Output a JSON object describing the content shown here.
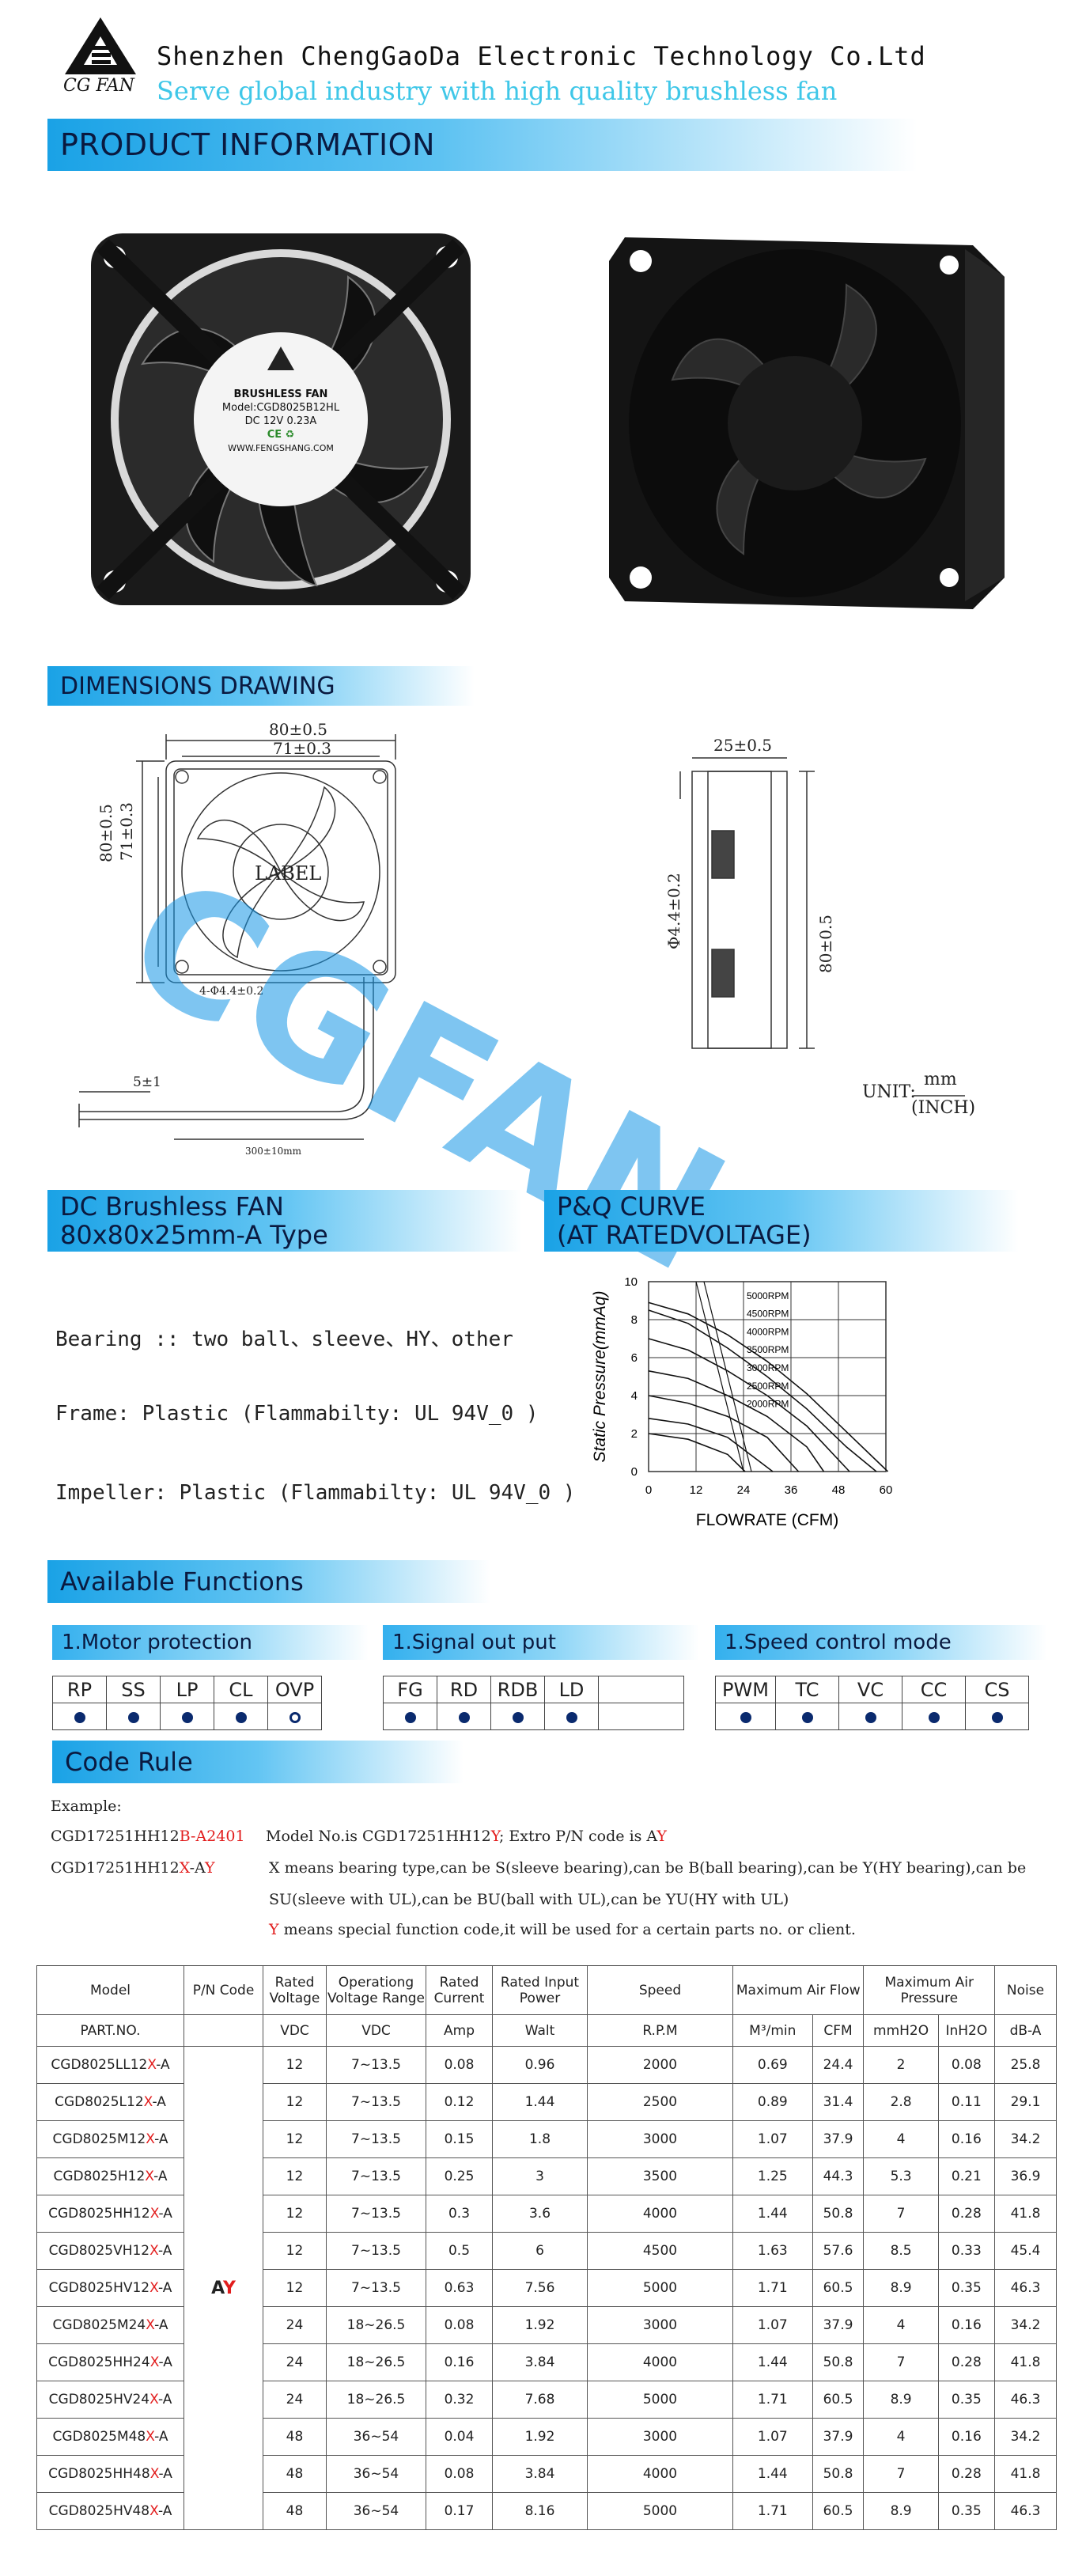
{
  "header": {
    "logo_text": "CG FAN",
    "company": "Shenzhen ChengGaoDa  Electronic Technology Co.Ltd",
    "slogan": "Serve global industry with high quality brushless fan"
  },
  "sections": {
    "product_info": "PRODUCT INFORMATION",
    "dimensions": "DIMENSIONS DRAWING",
    "fan_title_1": "DC Brushless FAN",
    "fan_title_2": "80x80x25mm-A Type",
    "pq_title_1": "P&Q CURVE",
    "pq_title_2": "(AT RATEDVOLTAGE)",
    "functions": "Available Functions",
    "code_rule": "Code Rule"
  },
  "fan_label": {
    "l1": "BRUSHLESS FAN",
    "l2": "Model:CGD8025B12HL",
    "l3": "DC 12V   0.23A",
    "l4": "WWW.FENGSHANG.COM"
  },
  "drawing": {
    "w1": "80±0.5",
    "w2": "71±0.3",
    "h1": "80±0.5",
    "h2": "71±0.3",
    "label": "LABEL",
    "holes": "4-Φ4.4±0.2",
    "wire1": "5±1",
    "wire2": "300±10mm",
    "depth": "25±0.5",
    "hole_d": "Φ4.4±0.2",
    "side_h": "80±0.5",
    "watermark": "CGFAN",
    "unit_label": "UNIT:",
    "unit_top": "mm",
    "unit_bottom": "(INCH)"
  },
  "specs": {
    "bearing": "Bearing :: two  ball、sleeve、HY、other",
    "frame": "Frame: Plastic (Flammabilty: UL 94V_0 )",
    "impeller": "Impeller: Plastic  (Flammabilty: UL 94V_0 )"
  },
  "chart_data": {
    "type": "line",
    "ylabel": "Static Pressure(mmAq)",
    "xlabel": "FLOWRATE (CFM)",
    "xlim": [
      0,
      60
    ],
    "ylim": [
      0,
      10
    ],
    "xticks": [
      "0",
      "12",
      "24",
      "36",
      "48",
      "60"
    ],
    "yticks": [
      "0",
      "2",
      "4",
      "6",
      "8",
      "10"
    ],
    "series": [
      {
        "name": "5000RPM",
        "x": [
          0,
          10,
          20,
          30,
          40,
          50,
          60.5
        ],
        "y": [
          8.9,
          8.3,
          7.2,
          5.8,
          4.1,
          2.1,
          0
        ]
      },
      {
        "name": "4500RPM",
        "x": [
          0,
          10,
          20,
          30,
          40,
          50,
          57.6
        ],
        "y": [
          8.5,
          7.8,
          6.5,
          5.0,
          3.3,
          1.3,
          0
        ]
      },
      {
        "name": "4000RPM",
        "x": [
          0,
          10,
          20,
          30,
          40,
          50.8
        ],
        "y": [
          7.0,
          6.4,
          5.3,
          4.0,
          2.4,
          0
        ]
      },
      {
        "name": "3500RPM",
        "x": [
          0,
          10,
          20,
          30,
          40,
          44.3
        ],
        "y": [
          5.3,
          4.9,
          4.0,
          2.9,
          1.3,
          0
        ]
      },
      {
        "name": "3000RPM",
        "x": [
          0,
          10,
          20,
          30,
          37.9
        ],
        "y": [
          4.0,
          3.6,
          2.9,
          1.8,
          0
        ]
      },
      {
        "name": "2500RPM",
        "x": [
          0,
          10,
          20,
          31.4
        ],
        "y": [
          2.8,
          2.5,
          1.8,
          0
        ]
      },
      {
        "name": "2000RPM",
        "x": [
          0,
          10,
          20,
          24.4
        ],
        "y": [
          2.0,
          1.7,
          0.9,
          0
        ]
      }
    ]
  },
  "functions": {
    "motor": {
      "title": "1.Motor protection",
      "headers": [
        "RP",
        "SS",
        "LP",
        "CL",
        "OVP"
      ],
      "marks": [
        "filled",
        "filled",
        "filled",
        "filled",
        "open"
      ]
    },
    "signal": {
      "title": "1.Signal  out  put",
      "headers": [
        "FG",
        "RD",
        "RDB",
        "LD",
        ""
      ],
      "marks": [
        "filled",
        "filled",
        "filled",
        "filled",
        "none"
      ]
    },
    "speed": {
      "title": "1.Speed  control mode",
      "headers": [
        "PWM",
        "TC",
        "VC",
        "CC",
        "CS"
      ],
      "marks": [
        "filled",
        "filled",
        "filled",
        "filled",
        "filled"
      ]
    }
  },
  "code_rule": {
    "example_label": "Example:",
    "row1_a": "CGD17251HH12",
    "row1_b": "B-A",
    "row1_c": "2401",
    "row1_d": "Model  No.is CGD17251HH12",
    "row1_e": "Y",
    "row1_f": ";  Extro  P/N  code  is  A",
    "row1_g": "Y",
    "row2_a": "CGD17251HH12",
    "row2_b": "X",
    "row2_c": "-A",
    "row2_d": "Y",
    "x_line1": "X  means bearing type,can  be S(sleeve bearing),can  be B(ball bearing),can  be Y(HY bearing),can  be",
    "x_line2": "SU(sleeve with UL),can be BU(ball with UL),can be YU(HY with UL)",
    "y_letter": "Y",
    "y_line": " means special function code,it will be used for a certain parts no. or client."
  },
  "table": {
    "h1": [
      "Model",
      "P/N Code",
      "Rated Voltage",
      "Operationg Voltage Range",
      "Rated Current",
      "Rated    Input Power",
      "Speed",
      "Maximum Air Flow",
      "Maximum Air Pressure",
      "Noise"
    ],
    "h2": [
      "PART.NO.",
      "VDC",
      "VDC",
      "Amp",
      "Walt",
      "R.P.M",
      "M³/min",
      "CFM",
      "mmH2O",
      "InH2O",
      "dB-A"
    ],
    "pn_code_a": "A",
    "pn_code_y": "Y",
    "rows": [
      {
        "pre": "CGD8025LL12",
        "x": "X",
        "suf": "-A",
        "v": "12",
        "r": "7~13.5",
        "a": "0.08",
        "w": "0.96",
        "s": "2000",
        "m": "0.69",
        "c": "24.4",
        "mm": "2",
        "in": "0.08",
        "n": "25.8"
      },
      {
        "pre": "CGD8025L12",
        "x": "X",
        "suf": "-A",
        "v": "12",
        "r": "7~13.5",
        "a": "0.12",
        "w": "1.44",
        "s": "2500",
        "m": "0.89",
        "c": "31.4",
        "mm": "2.8",
        "in": "0.11",
        "n": "29.1"
      },
      {
        "pre": "CGD8025M12",
        "x": "X",
        "suf": "-A",
        "v": "12",
        "r": "7~13.5",
        "a": "0.15",
        "w": "1.8",
        "s": "3000",
        "m": "1.07",
        "c": "37.9",
        "mm": "4",
        "in": "0.16",
        "n": "34.2"
      },
      {
        "pre": "CGD8025H12",
        "x": "X",
        "suf": "-A",
        "v": "12",
        "r": "7~13.5",
        "a": "0.25",
        "w": "3",
        "s": "3500",
        "m": "1.25",
        "c": "44.3",
        "mm": "5.3",
        "in": "0.21",
        "n": "36.9"
      },
      {
        "pre": "CGD8025HH12",
        "x": "X",
        "suf": "-A",
        "v": "12",
        "r": "7~13.5",
        "a": "0.3",
        "w": "3.6",
        "s": "4000",
        "m": "1.44",
        "c": "50.8",
        "mm": "7",
        "in": "0.28",
        "n": "41.8"
      },
      {
        "pre": "CGD8025VH12",
        "x": "X",
        "suf": "-A",
        "v": "12",
        "r": "7~13.5",
        "a": "0.5",
        "w": "6",
        "s": "4500",
        "m": "1.63",
        "c": "57.6",
        "mm": "8.5",
        "in": "0.33",
        "n": "45.4"
      },
      {
        "pre": "CGD8025HV12",
        "x": "X",
        "suf": "-A",
        "v": "12",
        "r": "7~13.5",
        "a": "0.63",
        "w": "7.56",
        "s": "5000",
        "m": "1.71",
        "c": "60.5",
        "mm": "8.9",
        "in": "0.35",
        "n": "46.3"
      },
      {
        "pre": "CGD8025M24",
        "x": "X",
        "suf": "-A",
        "v": "24",
        "r": "18~26.5",
        "a": "0.08",
        "w": "1.92",
        "s": "3000",
        "m": "1.07",
        "c": "37.9",
        "mm": "4",
        "in": "0.16",
        "n": "34.2"
      },
      {
        "pre": "CGD8025HH24",
        "x": "X",
        "suf": "-A",
        "v": "24",
        "r": "18~26.5",
        "a": "0.16",
        "w": "3.84",
        "s": "4000",
        "m": "1.44",
        "c": "50.8",
        "mm": "7",
        "in": "0.28",
        "n": "41.8"
      },
      {
        "pre": "CGD8025HV24",
        "x": "X",
        "suf": "-A",
        "v": "24",
        "r": "18~26.5",
        "a": "0.32",
        "w": "7.68",
        "s": "5000",
        "m": "1.71",
        "c": "60.5",
        "mm": "8.9",
        "in": "0.35",
        "n": "46.3"
      },
      {
        "pre": "CGD8025M48",
        "x": "X",
        "suf": "-A",
        "v": "48",
        "r": "36~54",
        "a": "0.04",
        "w": "1.92",
        "s": "3000",
        "m": "1.07",
        "c": "37.9",
        "mm": "4",
        "in": "0.16",
        "n": "34.2"
      },
      {
        "pre": "CGD8025HH48",
        "x": "X",
        "suf": "-A",
        "v": "48",
        "r": "36~54",
        "a": "0.08",
        "w": "3.84",
        "s": "4000",
        "m": "1.44",
        "c": "50.8",
        "mm": "7",
        "in": "0.28",
        "n": "41.8"
      },
      {
        "pre": "CGD8025HV48",
        "x": "X",
        "suf": "-A",
        "v": "48",
        "r": "36~54",
        "a": "0.17",
        "w": "8.16",
        "s": "5000",
        "m": "1.71",
        "c": "60.5",
        "mm": "8.9",
        "in": "0.35",
        "n": "46.3"
      }
    ]
  }
}
